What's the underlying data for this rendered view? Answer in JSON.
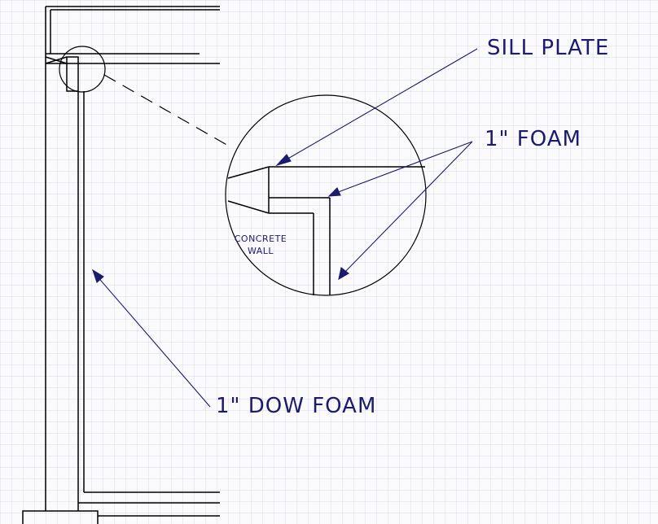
{
  "labels": {
    "sill_plate": "SILL PLATE",
    "foam_1in": "1\" FOAM",
    "concrete_line1": "CONCRETE",
    "concrete_line2": "WALL",
    "dow_foam": "1\" DOW FOAM"
  },
  "colors": {
    "linework": "#000000",
    "leaders": "#1d1b6e",
    "grid": "#dde1ec"
  }
}
